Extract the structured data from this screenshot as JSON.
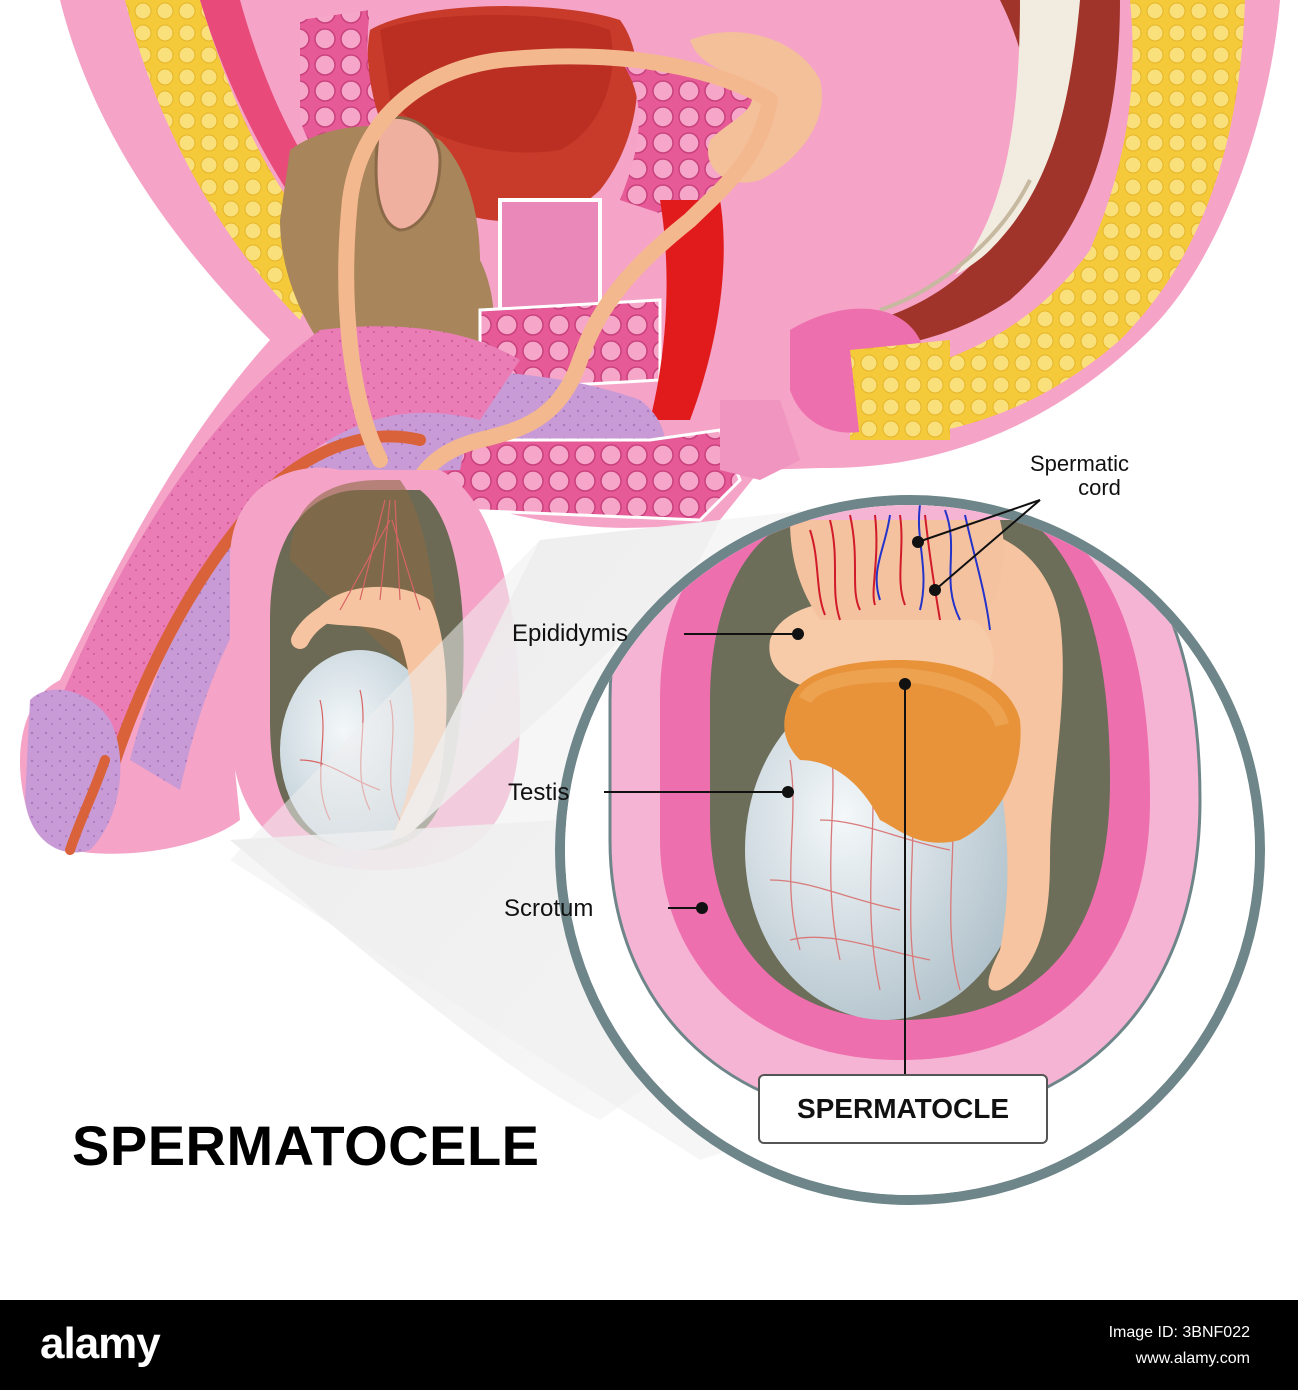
{
  "title": "SPERMATOCELE",
  "labels": {
    "spermatic_cord_line1": "Spermatic",
    "spermatic_cord_line2": "cord",
    "epididymis": "Epididymis",
    "testis": "Testis",
    "scrotum": "Scrotum",
    "callout": "SPERMATOCLE"
  },
  "footer": {
    "brand": "alamy",
    "image_id_label": "Image ID: 3BNF022",
    "site": "www.alamy.com"
  },
  "colors": {
    "skin_pink": "#f5a3c7",
    "deep_pink": "#ee6fae",
    "fat_yellow": "#f6d442",
    "bladder_red": "#c83a2a",
    "prostate_brown": "#a8855a",
    "cord_tan": "#f4c09a",
    "testis_blue": "#d8e4ea",
    "spermatocele_orange": "#e8933a",
    "purple_tissue": "#c99bd6",
    "vessel_red": "#d11a2a",
    "vessel_blue": "#2433c9",
    "outline_gray": "#6a7f85"
  }
}
